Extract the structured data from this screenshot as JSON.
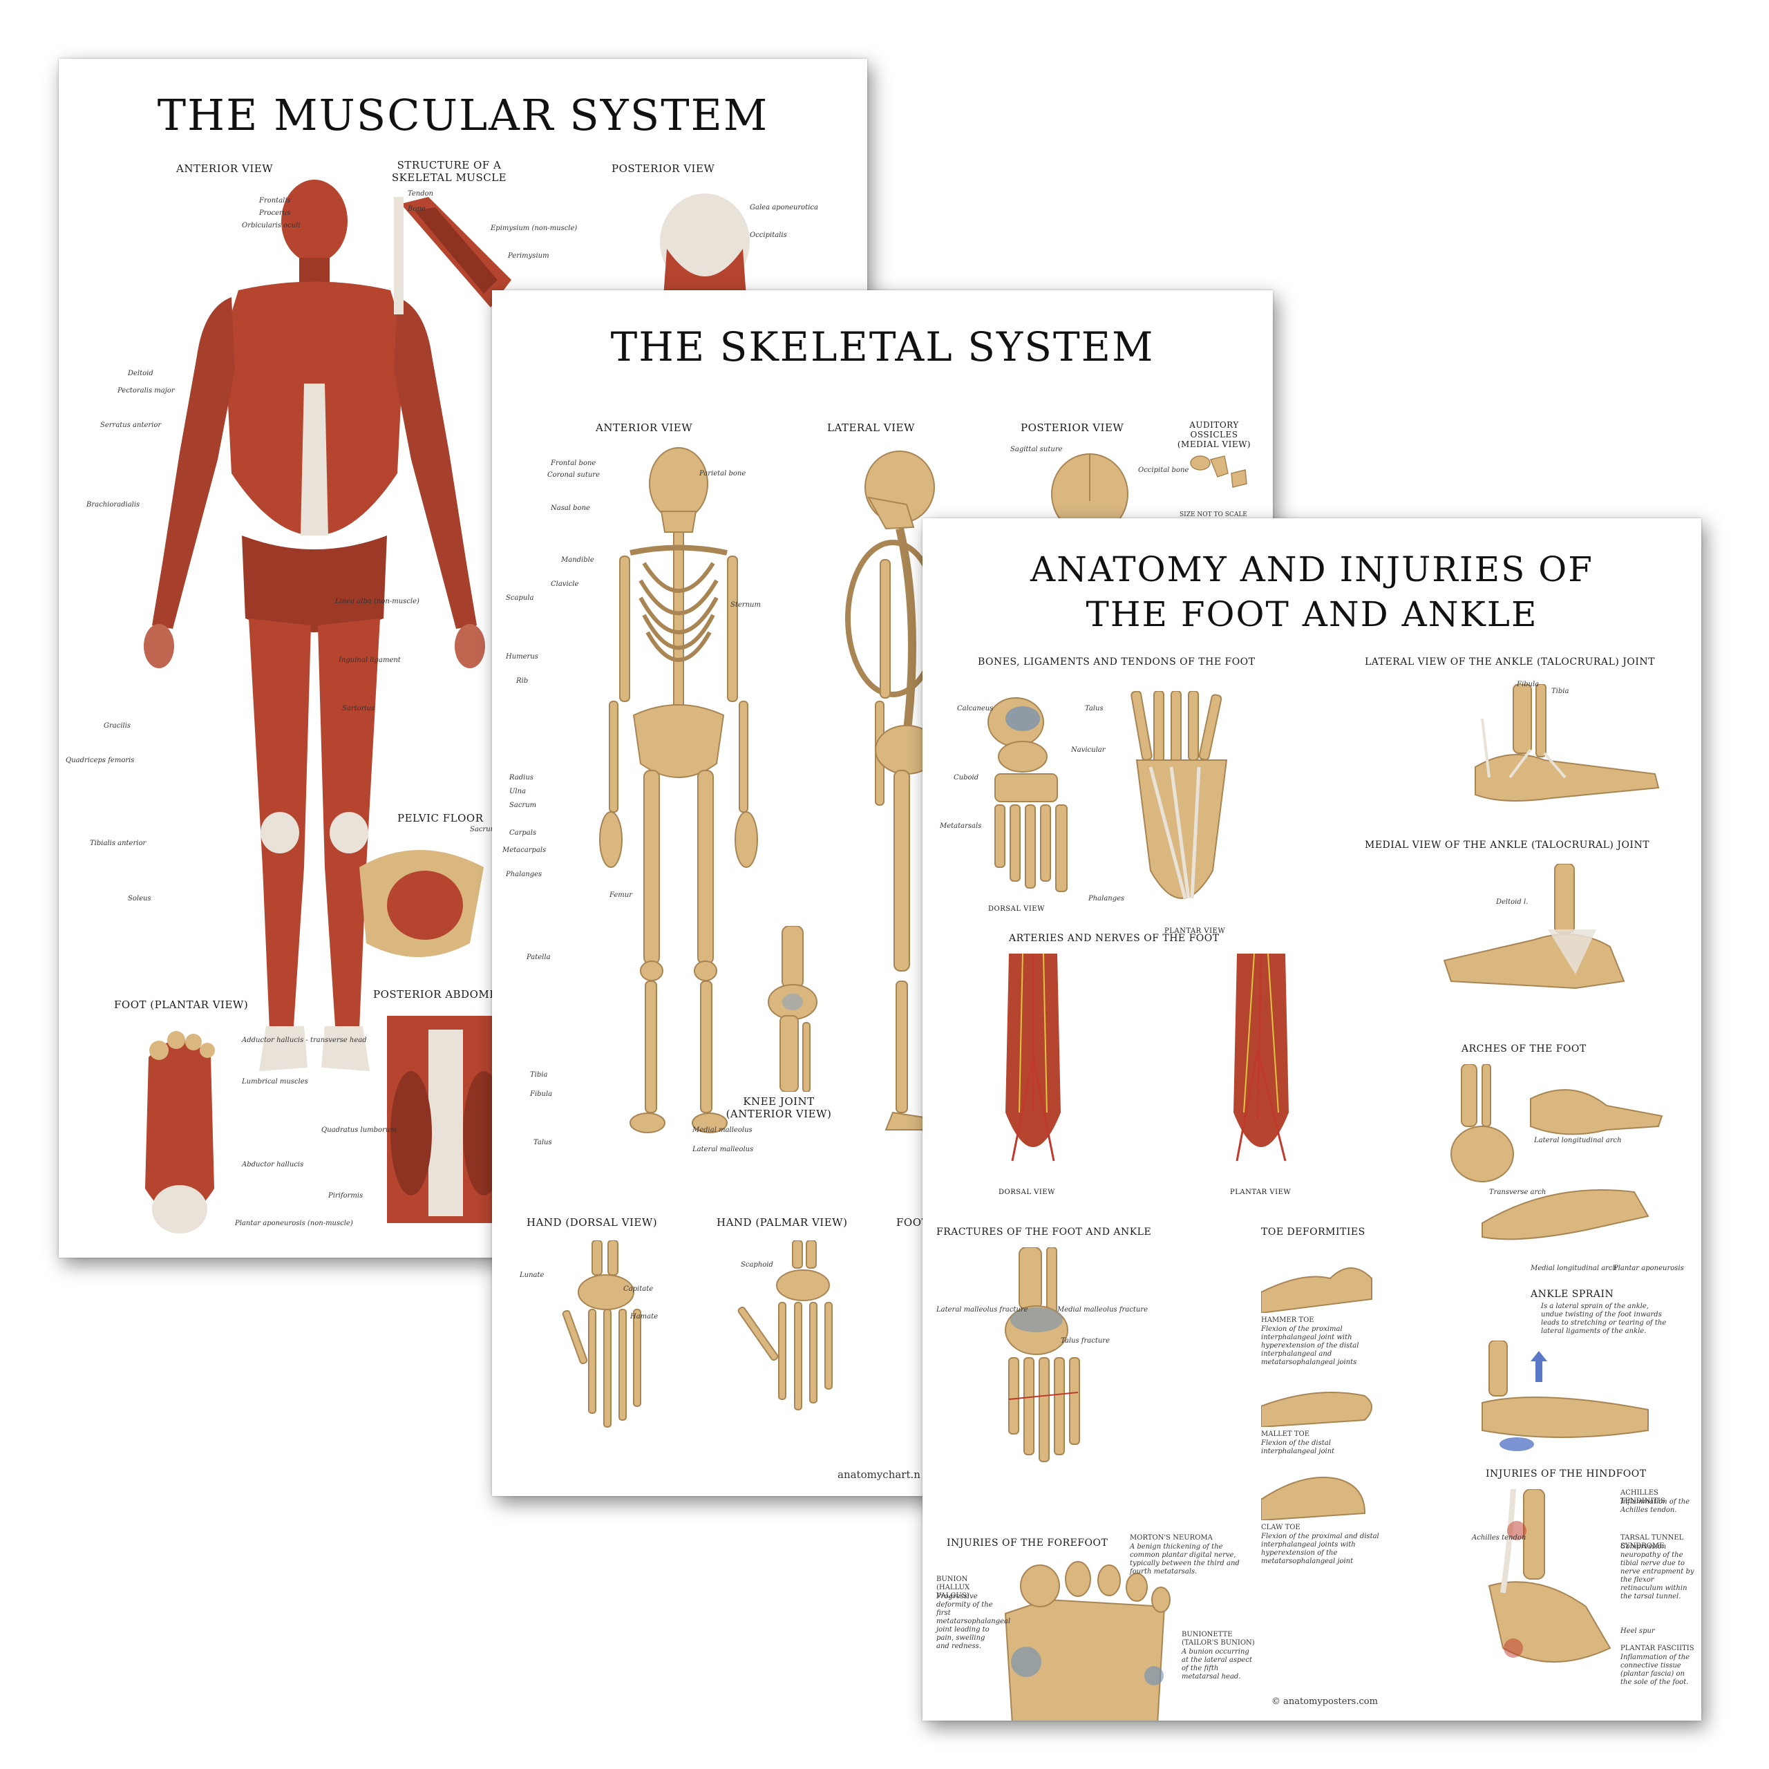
{
  "muscular": {
    "title": "THE MUSCULAR SYSTEM",
    "sections": {
      "anterior": "ANTERIOR VIEW",
      "structure": "STRUCTURE OF A SKELETAL MUSCLE",
      "posterior": "POSTERIOR VIEW",
      "pelvic": "PELVIC FLOOR",
      "abdominal": "POSTERIOR ABDOMIN",
      "foot": "FOOT (PLANTAR VIEW)"
    },
    "labels": {
      "frontalis": "Frontalis",
      "procerus": "Procerus",
      "orbicularis": "Orbicularis oculi",
      "deltoid": "Deltoid",
      "pectoralis": "Pectoralis major",
      "serratus": "Serratus anterior",
      "brachioradialis": "Brachioradialis",
      "sartorius": "Sartorius",
      "gracilis": "Gracilis",
      "quadriceps": "Quadriceps femoris",
      "tibialis": "Tibialis anterior",
      "soleus": "Soleus",
      "tendon": "Tendon",
      "bone": "Bone",
      "epimysium": "Epimysium (non-muscle)",
      "perimysium": "Perimysium",
      "galea": "Galea aponeurotica",
      "occipitalis": "Occipitalis",
      "linea": "Linea alba (non-muscle)",
      "inguinal": "Inguinal ligament",
      "adductor_hallucis": "Adductor hallucis - transverse head",
      "lumbrical": "Lumbrical muscles",
      "abductor_hallucis": "Abductor hallucis",
      "plantar_apo": "Plantar aponeurosis (non-muscle)",
      "quadratus": "Quadratus lumborum",
      "piriformis": "Piriformis",
      "sacrum": "Sacrum"
    }
  },
  "skeletal": {
    "title": "THE SKELETAL SYSTEM",
    "sections": {
      "anterior": "ANTERIOR VIEW",
      "lateral": "LATERAL VIEW",
      "posterior": "POSTERIOR VIEW",
      "ossicles": "AUDITORY OSSICLES (MEDIAL VIEW)",
      "knee": "KNEE JOINT (ANTERIOR VIEW)",
      "hand_dorsal": "HAND (DORSAL VIEW)",
      "hand_palmar": "HAND (PALMAR VIEW)",
      "foot": "FOOT (DO"
    },
    "labels": {
      "frontal": "Frontal bone",
      "coronal": "Coronal suture",
      "parietal": "Parietal bone",
      "nasal": "Nasal bone",
      "mandible": "Mandible",
      "clavicle": "Clavicle",
      "scapula": "Scapula",
      "humerus": "Humerus",
      "rib": "Rib",
      "sternum": "Sternum",
      "radius": "Radius",
      "ulna": "Ulna",
      "sacrum": "Sacrum",
      "carpals": "Carpals",
      "metacarpals": "Metacarpals",
      "phalanges": "Phalanges",
      "femur": "Femur",
      "patella": "Patella",
      "tibia": "Tibia",
      "fibula": "Fibula",
      "talus": "Talus",
      "medial_malleolus": "Medial malleolus",
      "lateral_malleolus": "Lateral malleolus",
      "occipital": "Occipital bone",
      "sagittal": "Sagittal suture",
      "size_note": "SIZE NOT TO SCALE",
      "capitate": "Capitate",
      "hamate": "Hamate",
      "scaphoid": "Scaphoid",
      "lunate": "Lunate"
    },
    "footer": "anatomychart.n"
  },
  "foot": {
    "title_line1": "ANATOMY AND INJURIES OF",
    "title_line2": "THE FOOT AND ANKLE",
    "sections": {
      "bones": "BONES, LIGAMENTS AND TENDONS OF THE FOOT",
      "lateral": "LATERAL VIEW OF THE ANKLE (TALOCRURAL) JOINT",
      "medial": "MEDIAL VIEW OF THE ANKLE (TALOCRURAL) JOINT",
      "arteries": "ARTERIES AND NERVES OF THE FOOT",
      "arches": "ARCHES OF THE FOOT",
      "fractures": "FRACTURES OF THE FOOT AND ANKLE",
      "toe": "TOE DEFORMITIES",
      "sprain": "ANKLE SPRAIN",
      "hindfoot": "INJURIES OF THE HINDFOOT",
      "forefoot": "INJURIES OF THE FOREFOOT"
    },
    "views": {
      "dorsal1": "DORSAL VIEW",
      "plantar1": "PLANTAR VIEW",
      "dorsal2": "DORSAL VIEW",
      "plantar2": "PLANTAR VIEW"
    },
    "labels": {
      "calcaneus": "Calcaneus",
      "talus": "Talus",
      "navicular": "Navicular",
      "cuboid": "Cuboid",
      "metatarsals": "Metatarsals",
      "phalanges": "Phalanges",
      "fibula": "Fibula",
      "tibia": "Tibia",
      "deltoid": "Deltoid l.",
      "lateral_arch": "Lateral longitudinal arch",
      "medial_arch": "Medial longitudinal arch",
      "transverse_arch": "Transverse arch",
      "plantar_apo": "Plantar aponeurosis",
      "talus_fracture": "Talus fracture",
      "medial_fracture": "Medial malleolus fracture",
      "lateral_fracture": "Lateral malleolus fracture",
      "achilles": "Achilles tendon",
      "heel_spur": "Heel spur"
    },
    "descriptions": {
      "hammer_title": "HAMMER TOE",
      "hammer": "Flexion of the proximal interphalangeal joint with hyperextension of the distal interphalangeal and metatarsophalangeal joints",
      "mallet_title": "MALLET TOE",
      "mallet": "Flexion of the distal interphalangeal joint",
      "claw_title": "CLAW TOE",
      "claw": "Flexion of the proximal and distal interphalangeal joints with hyperextension of the metatarsophalangeal joint",
      "sprain": "Is a lateral sprain of the ankle, undue twisting of the foot inwards leads to stretching or tearing of the lateral ligaments of the ankle.",
      "bunion_title": "BUNION (HALLUX VALGUS)",
      "bunion": "Progressive deformity of the first metatarsophalangeal joint leading to pain, swelling and redness.",
      "morton_title": "MORTON'S NEUROMA",
      "morton": "A benign thickening of the common plantar digital nerve, typically between the third and fourth metatarsals.",
      "bunionette_title": "BUNIONETTE (TAILOR'S BUNION)",
      "bunionette": "A bunion occurring at the lateral aspect of the fifth metatarsal head.",
      "achilles_title": "ACHILLES TENDINITIS",
      "achilles": "Inflammation of the Achilles tendon.",
      "tarsal_title": "TARSAL TUNNEL SYNDROME",
      "tarsal": "Compression neuropathy of the tibial nerve due to nerve entrapment by the flexor retinaculum within the tarsal tunnel.",
      "fasciitis_title": "PLANTAR FASCIITIS",
      "fasciitis": "Inflammation of the connective tissue (plantar fascia) on the sole of the foot."
    },
    "footer": "© anatomyposters.com"
  },
  "colors": {
    "muscle": "#b5452f",
    "muscle_dark": "#7e2a1c",
    "bone": "#d9b77f",
    "bone_dark": "#a88553",
    "tendon": "#e8e2d8",
    "artery": "#c0392b",
    "nerve": "#e0c341",
    "injury_blue": "#5a78c7"
  }
}
